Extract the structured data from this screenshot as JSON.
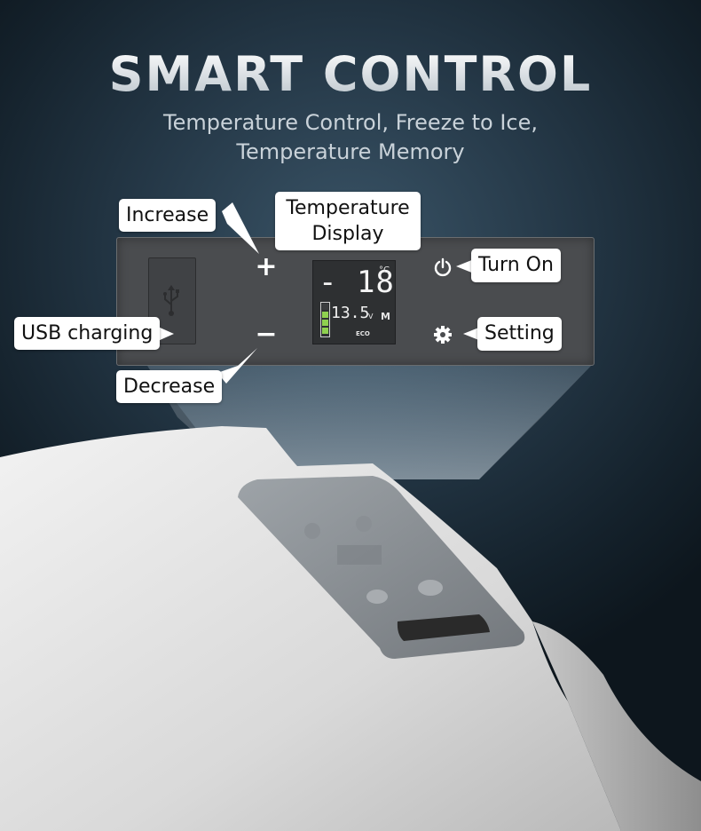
{
  "header": {
    "title": "SMART CONTROL",
    "subtitle_line1": "Temperature Control, Freeze to Ice,",
    "subtitle_line2": "Temperature Memory"
  },
  "callouts": {
    "increase": "Increase",
    "temperature_display_line1": "Temperature",
    "temperature_display_line2": "Display",
    "turn_on": "Turn On",
    "usb_charging": "USB charging",
    "setting": "Setting",
    "decrease": "Decrease"
  },
  "panel": {
    "plus_symbol": "+",
    "minus_symbol": "−",
    "display": {
      "temperature": "- 18",
      "temperature_unit": "°C",
      "voltage": "13.5",
      "voltage_unit": "V",
      "mode_letter": "M",
      "eco_label": "ECO",
      "battery_level": 0.8
    },
    "icons": [
      "usb-icon",
      "power-icon",
      "gear-icon"
    ]
  },
  "colors": {
    "panel": "#4a4c4f",
    "lcd_background": "#2e3032",
    "battery_fill": "#8fd14f",
    "callout_background": "#ffffff"
  }
}
